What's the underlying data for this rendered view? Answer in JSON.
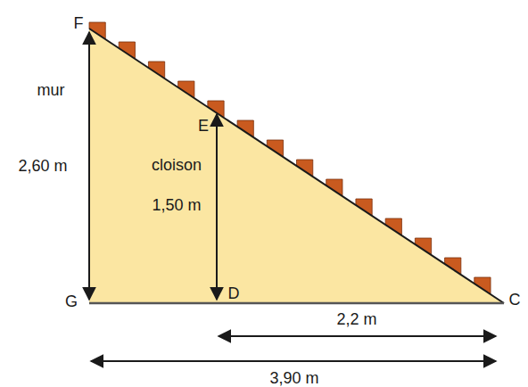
{
  "diagram": {
    "labels": [
      "F",
      "mur",
      "2,60 m",
      "E",
      "cloison",
      "1,50 m",
      "G",
      "D",
      "C",
      "2,2 m",
      "3,90 m"
    ]
  }
}
